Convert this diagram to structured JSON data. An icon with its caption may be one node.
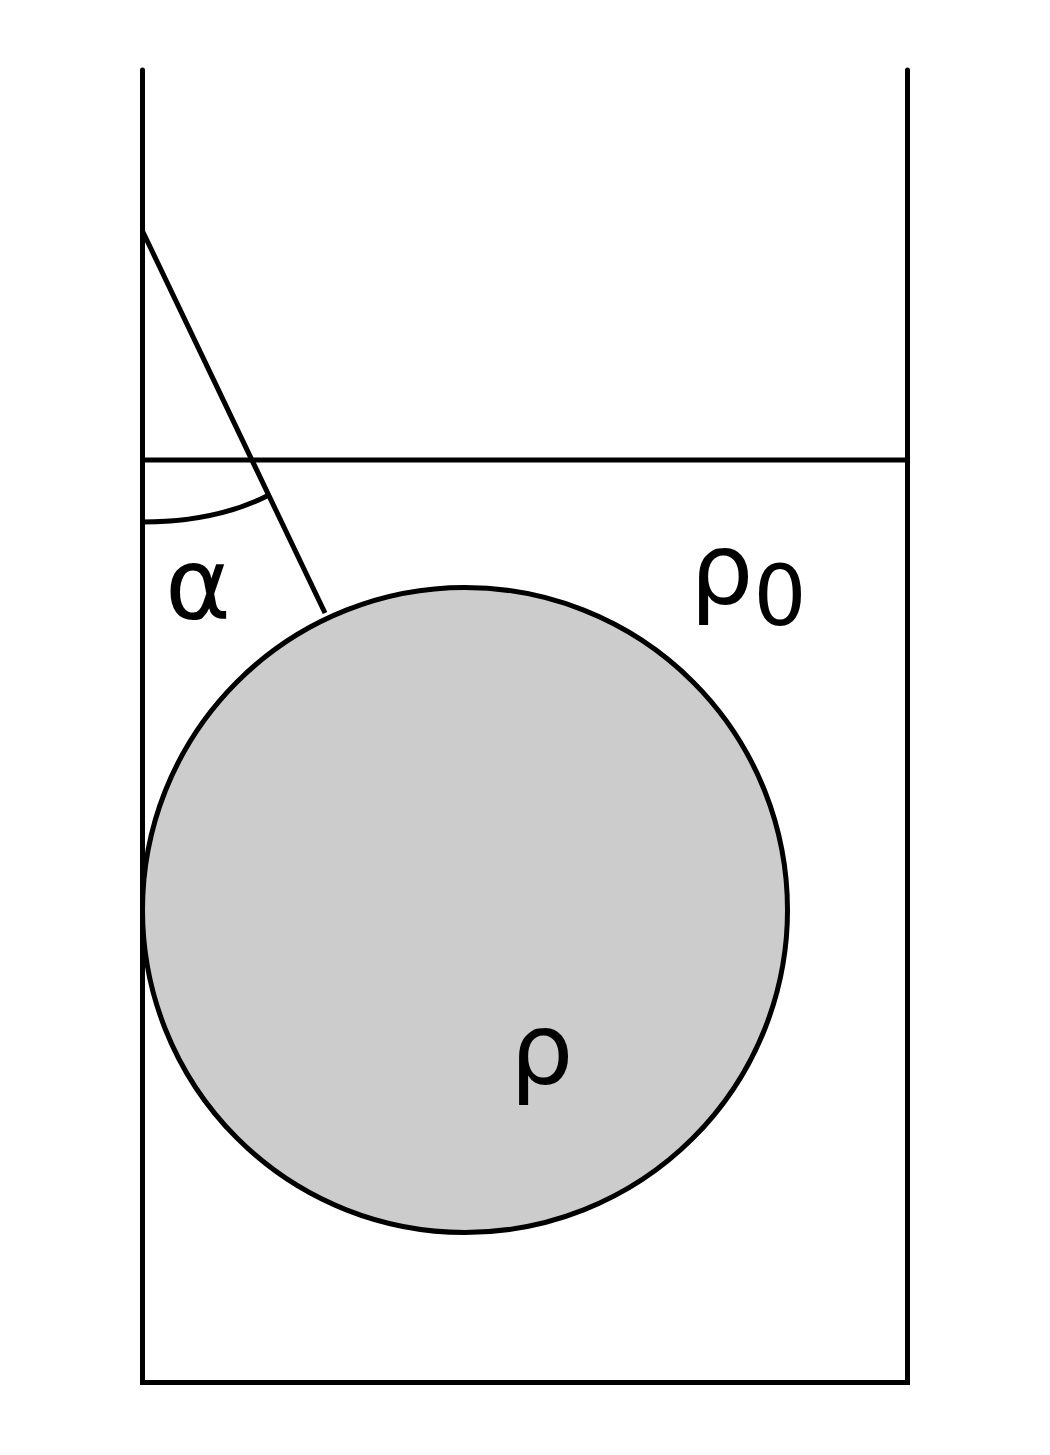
{
  "diagram": {
    "nodes": [
      {
        "text": [],
        "shape": "box"
      },
      {
        "text": [
          "ρ"
        ],
        "in": 0
      }
    ],
    "edges": [
      {
        "from": 0,
        "to": 1,
        "arrow": "none"
      }
    ],
    "labels": [
      "α",
      "ρ$_{0}$"
    ]
  }
}
